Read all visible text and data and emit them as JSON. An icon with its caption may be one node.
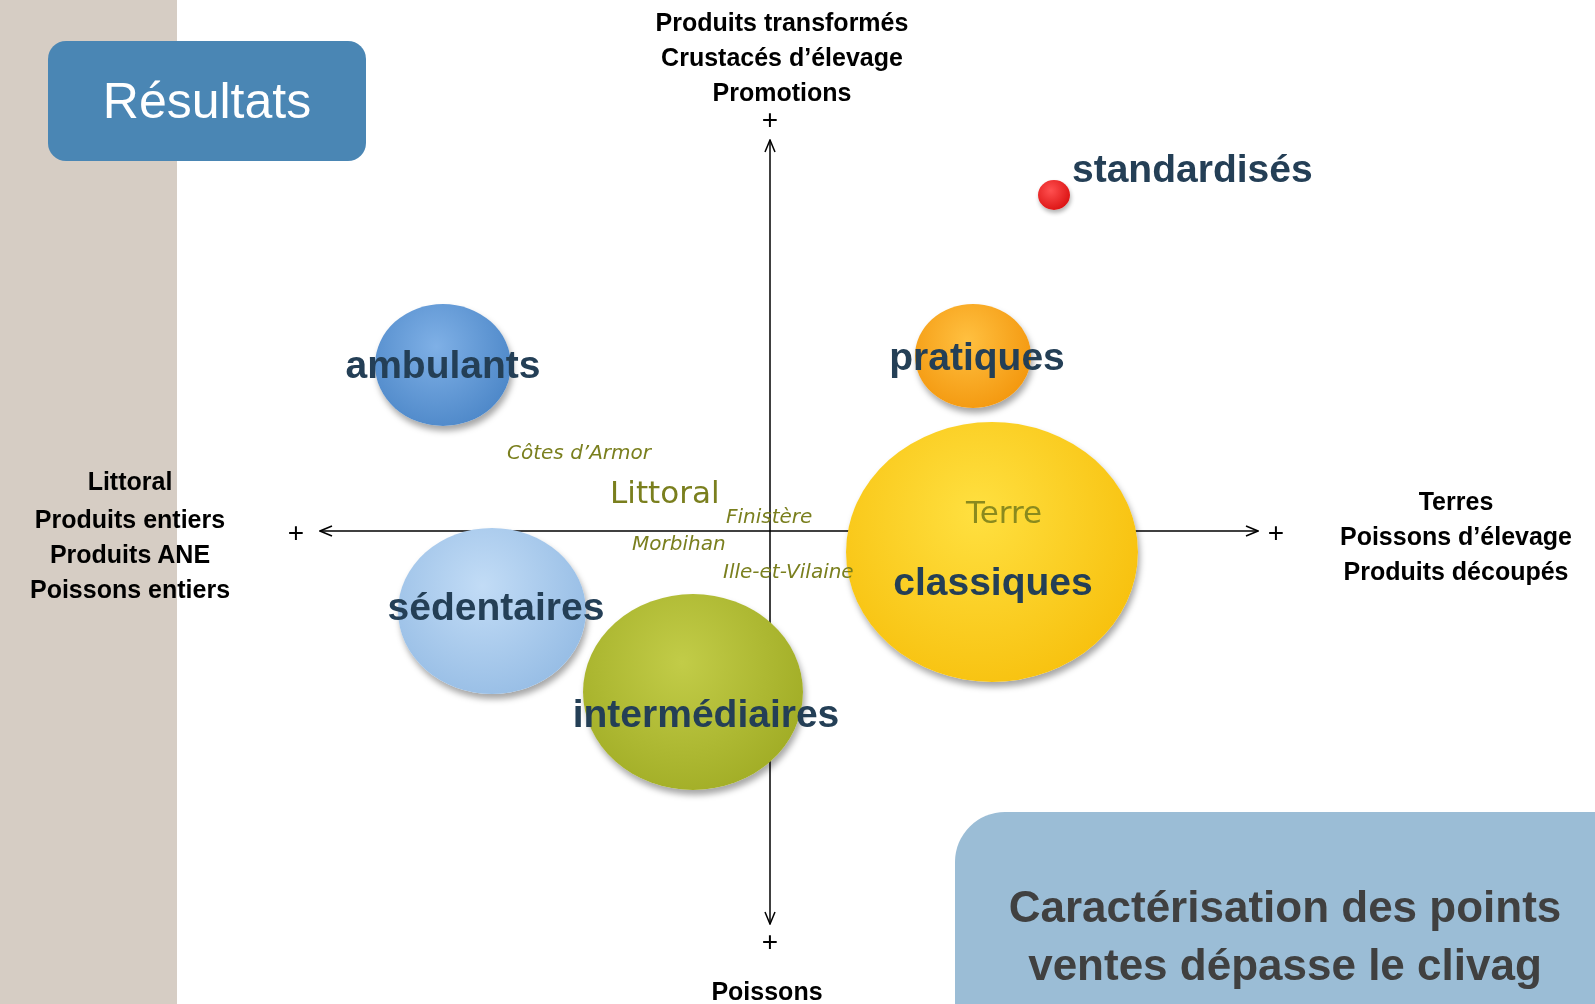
{
  "diagram": {
    "nodes": [
      {
        "text": [
          "Résultats"
        ]
      },
      {
        "text": [],
        "shape": "circle",
        "beside": [
          "standardisés"
        ]
      },
      {
        "text": [
          "ambulants"
        ]
      },
      {
        "text": [
          "pratiques"
        ]
      },
      {
        "text": [
          "Terre",
          "classiques"
        ]
      },
      {
        "text": [
          "sédentaires"
        ]
      },
      {
        "text": [
          "intermédiaires"
        ]
      },
      {
        "text": [
          "Caractérisation des points ventes dépasse le clivag"
        ]
      }
    ],
    "edges": [],
    "labels": [
      "Produits transformés",
      "Crustacés d’élevage",
      "Promotions",
      "+",
      "Côtes d’Armor",
      "Littoral",
      "Produits entiers",
      "Produits ANE",
      "Poissons entiers",
      "+",
      "Littoral",
      "Finistère",
      "+",
      "Terres",
      "Poissons d’élevage",
      "Produits découpés",
      "Morbihan",
      "Ille-et-Vilaine",
      "+",
      "Poissons"
    ]
  }
}
